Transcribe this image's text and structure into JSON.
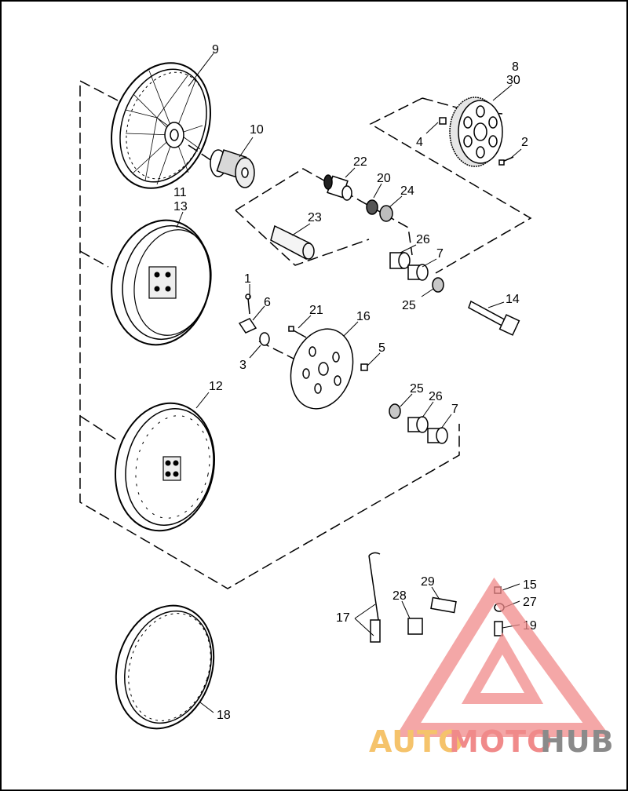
{
  "callouts": [
    {
      "id": "c9",
      "text": "9"
    },
    {
      "id": "c10",
      "text": "10"
    },
    {
      "id": "c8",
      "text": "8"
    },
    {
      "id": "c30",
      "text": "30"
    },
    {
      "id": "c4",
      "text": "4"
    },
    {
      "id": "c2",
      "text": "2"
    },
    {
      "id": "c22",
      "text": "22"
    },
    {
      "id": "c20",
      "text": "20"
    },
    {
      "id": "c24",
      "text": "24"
    },
    {
      "id": "c11",
      "text": "11"
    },
    {
      "id": "c13",
      "text": "13"
    },
    {
      "id": "c23",
      "text": "23"
    },
    {
      "id": "c26a",
      "text": "26"
    },
    {
      "id": "c7a",
      "text": "7"
    },
    {
      "id": "c25a",
      "text": "25"
    },
    {
      "id": "c14",
      "text": "14"
    },
    {
      "id": "c1",
      "text": "1"
    },
    {
      "id": "c6",
      "text": "6"
    },
    {
      "id": "c21",
      "text": "21"
    },
    {
      "id": "c16",
      "text": "16"
    },
    {
      "id": "c5",
      "text": "5"
    },
    {
      "id": "c3",
      "text": "3"
    },
    {
      "id": "c12",
      "text": "12"
    },
    {
      "id": "c25b",
      "text": "25"
    },
    {
      "id": "c26b",
      "text": "26"
    },
    {
      "id": "c7b",
      "text": "7"
    },
    {
      "id": "c29",
      "text": "29"
    },
    {
      "id": "c15",
      "text": "15"
    },
    {
      "id": "c28",
      "text": "28"
    },
    {
      "id": "c27",
      "text": "27"
    },
    {
      "id": "c17",
      "text": "17"
    },
    {
      "id": "c19",
      "text": "19"
    },
    {
      "id": "c18",
      "text": "18"
    }
  ],
  "watermark": {
    "part1": "AUTO",
    "part2": "MOTO",
    "part3": "HUB",
    "color1": "#f5c36b",
    "color2": "#f08a8a",
    "color3": "#8a8a8a"
  }
}
